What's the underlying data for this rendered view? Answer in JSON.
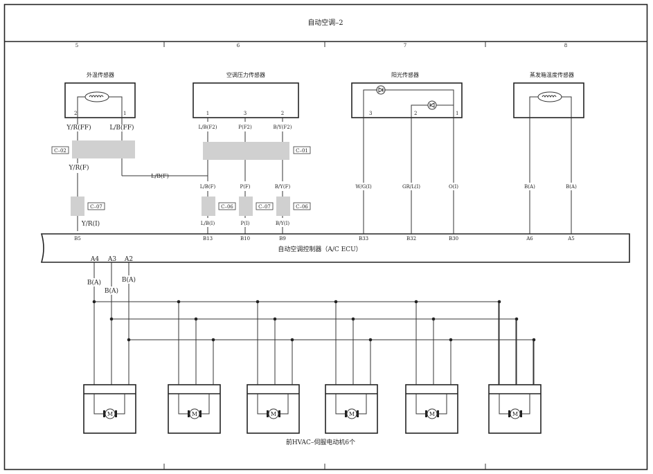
{
  "title": "自动空调–2",
  "columns": [
    "5",
    "6",
    "7",
    "8"
  ],
  "sensors": {
    "outside_temp": {
      "name": "外温传感器",
      "pins": [
        "2",
        "1"
      ],
      "wires_top": [
        "Y/R(FF)",
        "L/B(FF)"
      ],
      "wire_mid_left": "Y/R(F)",
      "wire_lb": "L/B(F)",
      "wire_bottom": "Y/R(I)",
      "connectors": [
        "C–02",
        "C–07"
      ]
    },
    "ac_pressure": {
      "name": "空调压力传感器",
      "pins": [
        "1",
        "3",
        "2"
      ],
      "wires_top": [
        "L/B(F2)",
        "P(F2)",
        "B/Y(F2)"
      ],
      "wires_mid": [
        "L/B(F)",
        "P(F)",
        "B/Y(F)"
      ],
      "wires_bottom": [
        "L/B(I)",
        "P(I)",
        "B/Y(I)"
      ],
      "connectors": [
        "C–01",
        "C–06",
        "C–07",
        "C–06"
      ]
    },
    "sun": {
      "name": "阳光传感器",
      "pins": [
        "3",
        "2",
        "1"
      ],
      "wires": [
        "W/G(I)",
        "GR/L(I)",
        "O(I)"
      ]
    },
    "evap_temp": {
      "name": "蒸发箱温度传感器",
      "wires": [
        "B(A)",
        "B(A)"
      ]
    }
  },
  "ecu": {
    "label": "自动空调控制器（A/C ECU）",
    "pins_bottom_top": [
      "B5",
      "B13",
      "B10",
      "B9",
      "B33",
      "B32",
      "B30",
      "A6",
      "A5"
    ],
    "pins_out": [
      "A4",
      "A3",
      "A2"
    ],
    "out_wires": [
      "B(A)",
      "B(A)",
      "B(A)"
    ]
  },
  "motors": {
    "count": 6,
    "symbol": "M",
    "caption": "前HVAC–伺服电动机6个"
  }
}
